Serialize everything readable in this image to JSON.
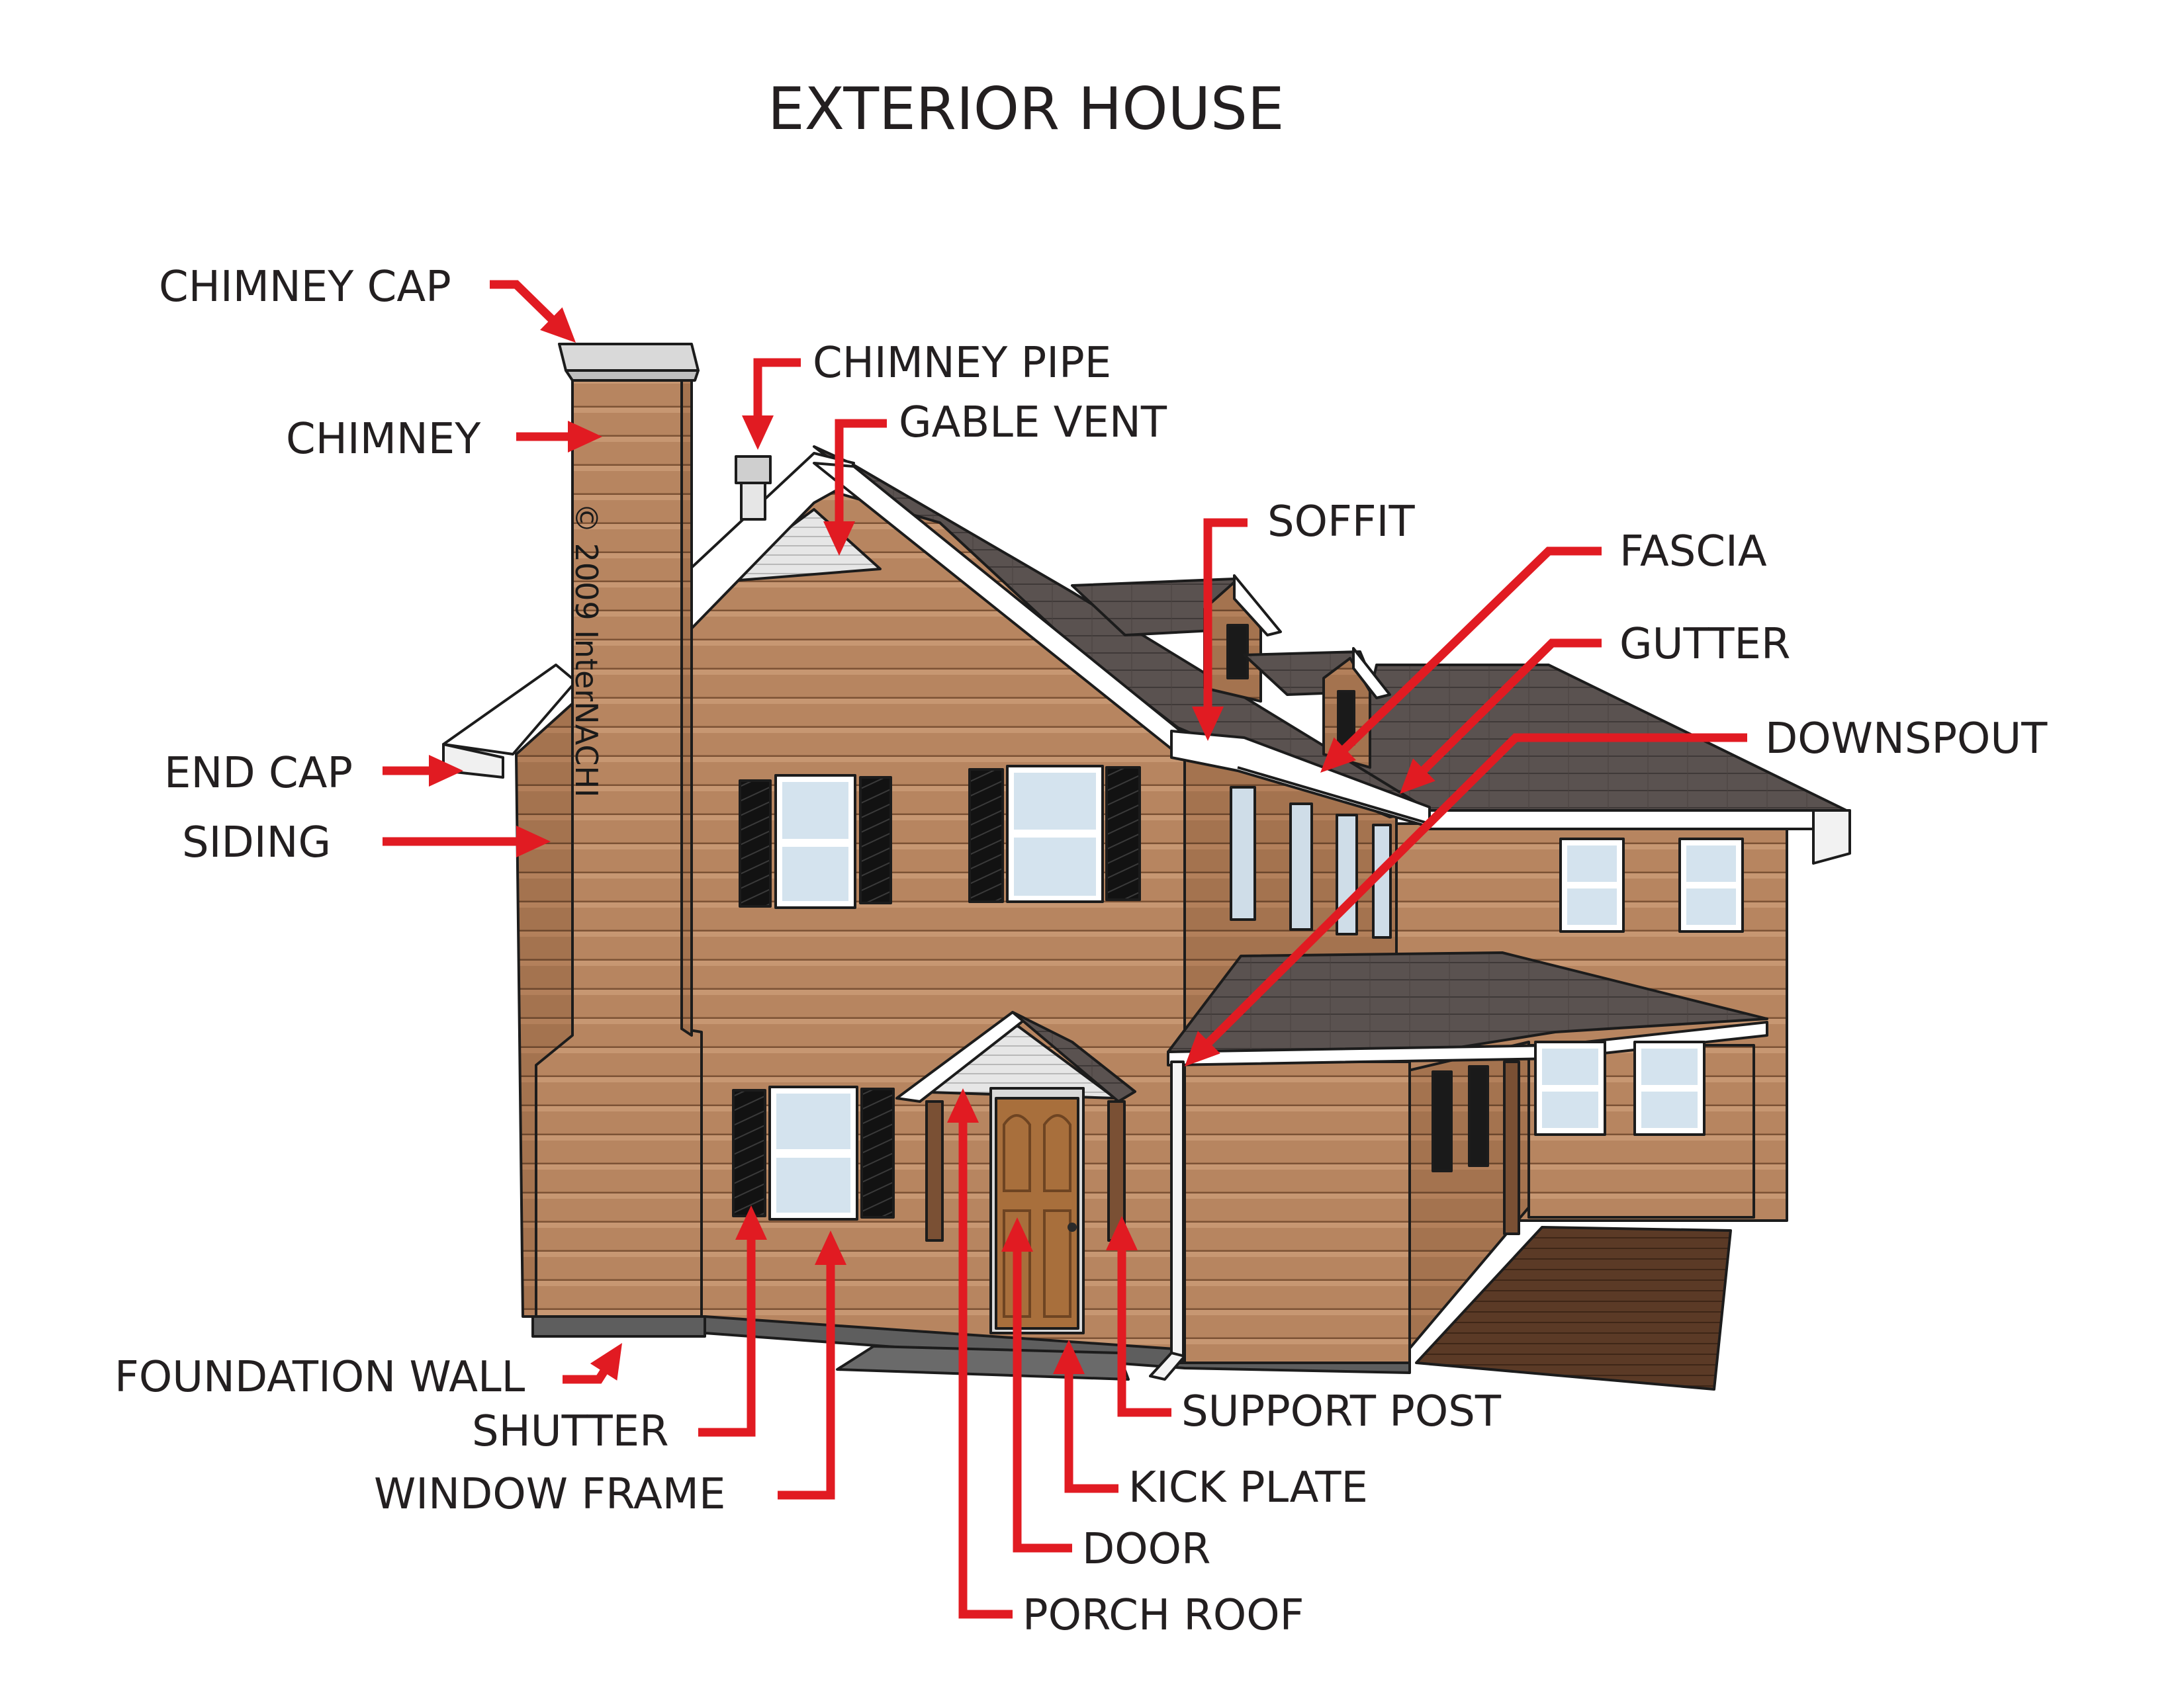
{
  "title": "EXTERIOR HOUSE",
  "watermark": "© 2009 InterNACHI",
  "colors": {
    "leader": "#e11b22",
    "siding": "#b78560",
    "siding_shade": "#9e6d4b",
    "roof": "#5a5250",
    "trim": "#ffffff",
    "glass": "#d4e3ee",
    "shutter": "#111111",
    "door": "#a86f3c",
    "foundation": "#5e5e5e",
    "deck": "#5b3a26"
  },
  "labels": {
    "chimney_cap": "CHIMNEY CAP",
    "chimney": "CHIMNEY",
    "chimney_pipe": "CHIMNEY PIPE",
    "gable_vent": "GABLE VENT",
    "soffit": "SOFFIT",
    "fascia": "FASCIA",
    "gutter": "GUTTER",
    "downspout": "DOWNSPOUT",
    "end_cap": "END CAP",
    "siding": "SIDING",
    "foundation_wall": "FOUNDATION WALL",
    "shutter": "SHUTTER",
    "window_frame": "WINDOW FRAME",
    "support_post": "SUPPORT POST",
    "kick_plate": "KICK PLATE",
    "door": "DOOR",
    "porch_roof": "PORCH ROOF"
  }
}
